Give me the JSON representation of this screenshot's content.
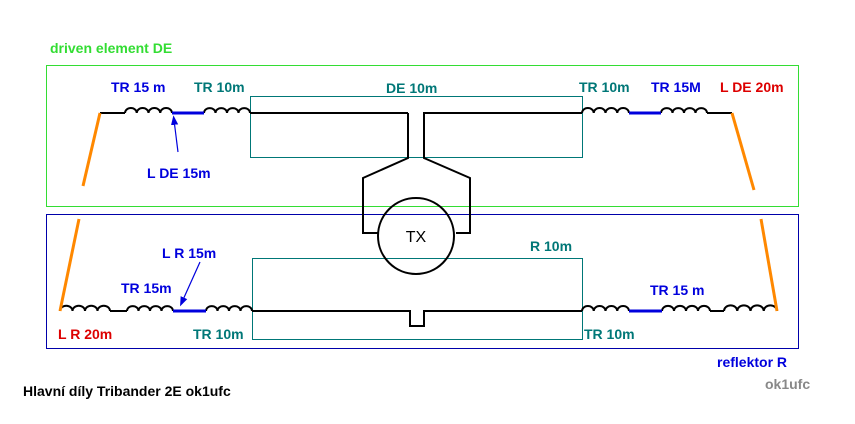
{
  "title": "Hlavní díly Tribander 2E ok1ufc",
  "author": "ok1ufc",
  "colors": {
    "de_frame": "#33dd33",
    "r_frame": "#0000aa",
    "teal": "#007777",
    "blue": "#0000dd",
    "red": "#dd0000",
    "orange": "#ff8800",
    "wire": "#000000",
    "gray": "#888888"
  },
  "driven_element": {
    "frame_label": "driven element DE",
    "left": {
      "tr15": "TR 15 m",
      "tr10": "TR 10m",
      "l15": "L DE 15m"
    },
    "center": "DE 10m",
    "right": {
      "tr10": "TR 10m",
      "tr15": "TR 15M",
      "l20": "L DE 20m"
    }
  },
  "feed": {
    "tx_label": "TX"
  },
  "reflector": {
    "frame_label": "reflektor R",
    "left": {
      "l15": "L R 15m",
      "tr15": "TR 15m",
      "l20": "L R 20m",
      "tr10": "TR 10m"
    },
    "center": "R 10m",
    "right": {
      "tr15": "TR 15 m",
      "tr10": "TR 10m"
    }
  }
}
